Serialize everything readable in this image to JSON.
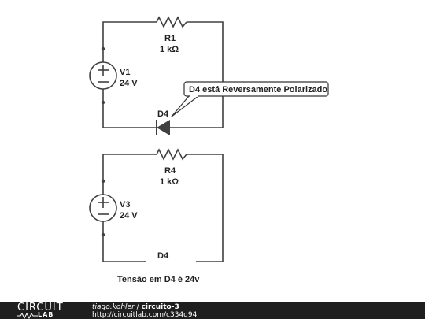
{
  "circuit1": {
    "resistor": {
      "name": "R1",
      "value": "1 kΩ"
    },
    "source": {
      "name": "V1",
      "value": "24 V"
    },
    "diode": {
      "name": "D4"
    },
    "callout": "D4 está Reversamente Polarizado"
  },
  "circuit2": {
    "resistor": {
      "name": "R4",
      "value": "1 kΩ"
    },
    "source": {
      "name": "V3",
      "value": "24 V"
    },
    "gap_label": "D4"
  },
  "note": "Tensão em D4 é 24v",
  "footer": {
    "logo_top": "CIRCUIT",
    "logo_bottom": "LAB",
    "author": "tiago.kohler",
    "separator": " / ",
    "project": "circuito-3",
    "url": "http://circuitlab.com/c334q94"
  },
  "colors": {
    "wire": "#404040",
    "footer_bg": "#1f1f1f",
    "text": "#222222"
  }
}
